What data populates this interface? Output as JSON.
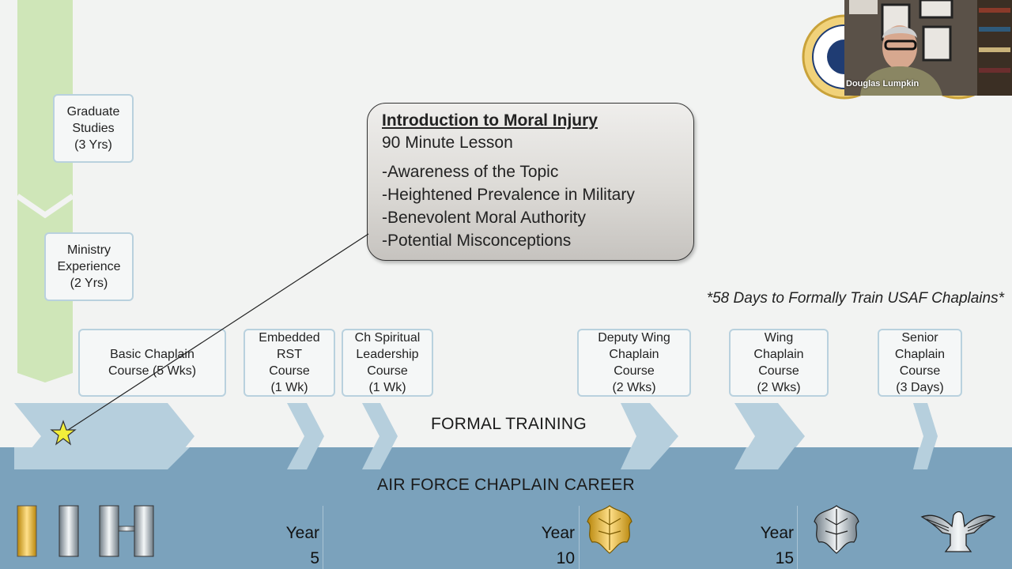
{
  "pre_training": [
    {
      "lines": [
        "Graduate",
        "Studies",
        "(3 Yrs)"
      ]
    },
    {
      "lines": [
        "Ministry",
        "Experience",
        "(2 Yrs)"
      ]
    }
  ],
  "callout": {
    "title": "Introduction to Moral Injury",
    "subtitle": "90 Minute Lesson",
    "items": [
      "-Awareness of the Topic",
      "-Heightened Prevalence in Military",
      "-Benevolent Moral Authority",
      "-Potential Misconceptions"
    ]
  },
  "footnote": "*58 Days to Formally Train USAF Chaplains*",
  "courses": [
    {
      "lines": [
        "Basic Chaplain",
        "Course (5 Wks)"
      ]
    },
    {
      "lines": [
        "Embedded",
        "RST",
        "Course",
        "(1 Wk)"
      ]
    },
    {
      "lines": [
        "Ch Spiritual",
        "Leadership",
        "Course",
        "(1 Wk)"
      ]
    },
    {
      "lines": [
        "Deputy Wing",
        "Chaplain",
        "Course",
        "(2 Wks)"
      ]
    },
    {
      "lines": [
        "Wing",
        "Chaplain",
        "Course",
        "(2 Wks)"
      ]
    },
    {
      "lines": [
        "Senior",
        "Chaplain",
        "Course",
        "(3 Days)"
      ]
    }
  ],
  "formal_training_label": "FORMAL TRAINING",
  "career_label": "AIR FORCE CHAPLAIN CAREER",
  "years": [
    {
      "label": "Year",
      "number": "5"
    },
    {
      "label": "Year",
      "number": "10"
    },
    {
      "label": "Year",
      "number": "15"
    }
  ],
  "webcam": {
    "name": "Douglas Lumpkin"
  },
  "insignia": [
    "second-lieutenant-bar-icon",
    "first-lieutenant-bar-icon",
    "captain-bars-icon",
    "major-oak-leaf-icon",
    "lieutenant-colonel-oak-leaf-icon",
    "colonel-eagle-icon"
  ],
  "colors": {
    "band": "#7ba2bc",
    "chevron": "#b6cfdd",
    "green_arrow": "#cfe6b8",
    "box_border": "#b9d1de",
    "star": "#f2ee3a"
  }
}
